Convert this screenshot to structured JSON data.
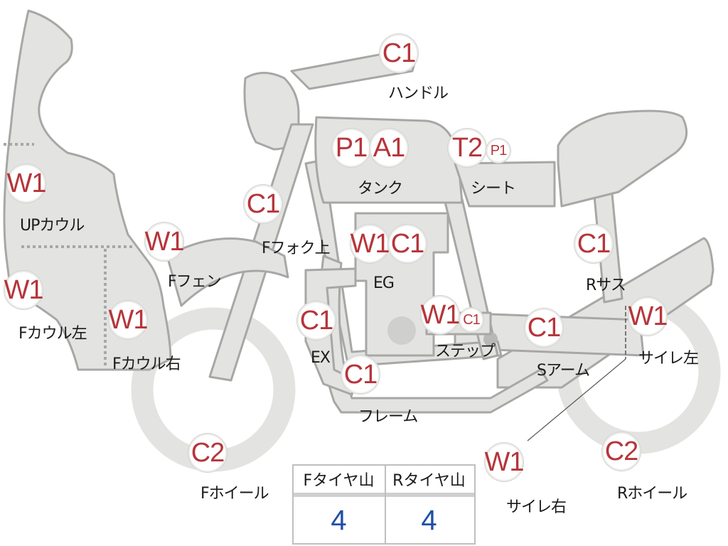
{
  "parts": {
    "handle": {
      "code": "C1",
      "label": "ハンドル"
    },
    "tank": {
      "code1": "P1",
      "code2": "A1",
      "label": "タンク"
    },
    "seat": {
      "code1": "T2",
      "code2": "P1",
      "label": "シート"
    },
    "up_cowl": {
      "code": "W1",
      "label": "UPカウル"
    },
    "f_cowl_l": {
      "code": "W1",
      "label": "Fカウル左"
    },
    "f_cowl_r": {
      "code": "W1",
      "label": "Fカウル右"
    },
    "f_fender": {
      "code": "W1",
      "label": "Fフェン"
    },
    "f_fork": {
      "code": "C1",
      "label": "Fフォク上"
    },
    "eg": {
      "code1": "W1",
      "code2": "C1",
      "label": "EG"
    },
    "ex": {
      "code": "C1",
      "label": "EX"
    },
    "step": {
      "code1": "W1",
      "code2": "C1",
      "label": "ステップ"
    },
    "frame": {
      "code": "C1",
      "label": "フレーム"
    },
    "r_sus": {
      "code": "C1",
      "label": "Rサス"
    },
    "s_arm": {
      "code": "C1",
      "label": "Sアーム"
    },
    "silencer_l": {
      "code": "W1",
      "label": "サイレ左"
    },
    "silencer_r": {
      "code": "W1",
      "label": "サイレ右"
    },
    "f_wheel": {
      "code": "C2",
      "label": "Fホイール"
    },
    "r_wheel": {
      "code": "C2",
      "label": "Rホイール"
    }
  },
  "tire_table": {
    "headers": [
      "Fタイヤ山",
      "Rタイヤ山"
    ],
    "values": [
      "4",
      "4"
    ]
  },
  "colors": {
    "code": "#b6353a",
    "value": "#1f4fa5",
    "part_fill": "#e3e3e1",
    "part_outline": "#a7a7a5"
  }
}
